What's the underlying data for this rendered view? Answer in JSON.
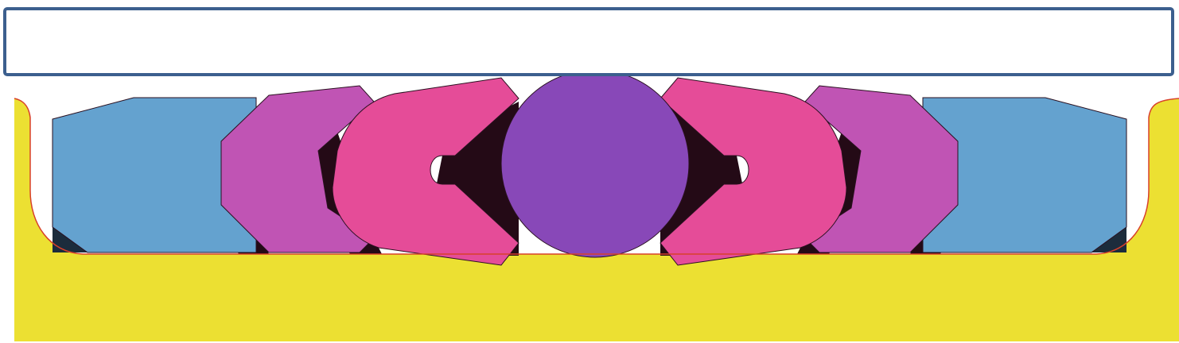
{
  "colors": {
    "background": "#ffffff",
    "top_plate_fill": "#ffffff",
    "top_plate_stroke": "#3c5f8e",
    "base_fill": "#ece032",
    "base_edge": "#d8402a",
    "outer_block": "#64a2cf",
    "middle_block": "#c054b4",
    "inner_block": "#e54c98",
    "center_ball": "#8848b8",
    "shadow": "#240a16",
    "shadow_outer": "#1c2c3c",
    "block_edge": "#2a1020"
  },
  "parts": {
    "top_plate": "top-plate",
    "base": "base-channel",
    "outer_block_left": "outer-block-left",
    "middle_block_left": "middle-block-left",
    "inner_block_left": "inner-block-left",
    "center_ball": "center-ball",
    "inner_block_right": "inner-block-right",
    "middle_block_right": "middle-block-right",
    "outer_block_right": "outer-block-right"
  }
}
